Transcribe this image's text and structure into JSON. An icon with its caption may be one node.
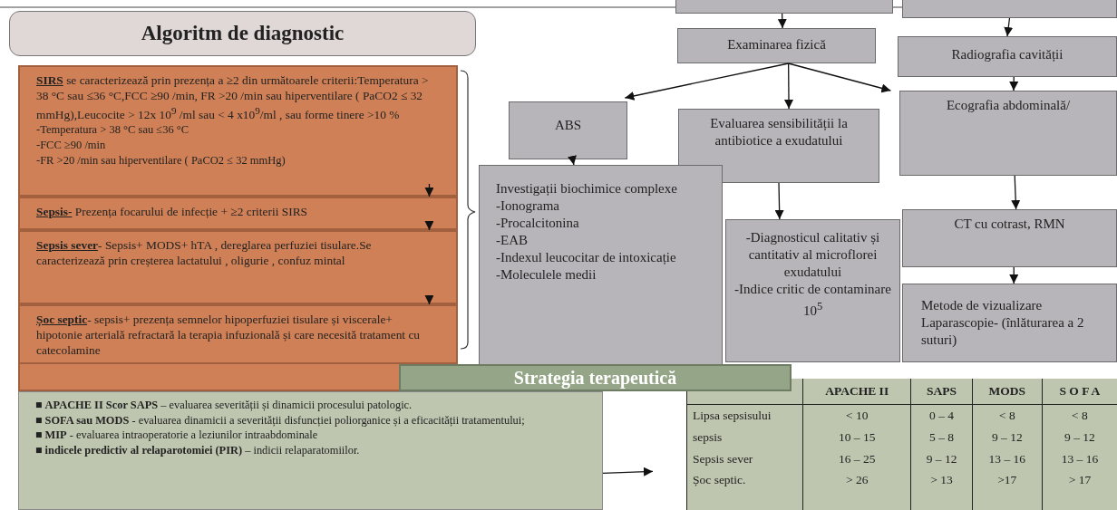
{
  "diagram": {
    "nodes": [
      {
        "text": [
          "Algoritm de diagnostic"
        ]
      },
      {
        "text": [
          "**SIRS** se caracterizează prin prezența a ≥2 din următoarele criterii:Temperatura > 38 °C sau ≤36 °C,FCC ≥90 /min, FR >20 /min sau hiperventilare ( PaCO2 ≤ 32 mmHg),Leucocite > 12x 10$^{9}$ /ml sau < 4 x10$^{9}$/ml , sau forme tinere >10 %",
          "-Temperatura > 38 °C sau ≤36 °C",
          "-FCC ≥90 /min",
          "-FR >20 /min sau hiperventilare ( PaCO2 ≤ 32 mmHg)"
        ]
      },
      {
        "text": [
          "**Sepsis-** Prezența focarului de infecție + ≥2 criterii SIRS"
        ]
      },
      {
        "text": [
          "**Sepsis sever**- Sepsis+ MODS+ hTA , dereglarea perfuziei tisulare.Se caracterizează prin creșterea lactatului , oligurie , confuz mintal"
        ]
      },
      {
        "text": [
          "**Șoc septic**- sepsis+ prezența semnelor hipoperfuziei tisulare și viscerale+ hipotonie arterială refractară la terapia infuzională și care necesită tratament cu catecolamine"
        ]
      },
      {
        "text": [],
        "shape": "box"
      },
      {
        "text": [],
        "shape": "box"
      },
      {
        "text": [
          "Examinarea fizică"
        ]
      },
      {
        "text": [
          "Radiografia cavității"
        ]
      },
      {
        "text": [
          "ABS"
        ]
      },
      {
        "text": [
          "Evaluarea sensibilității la antibiotice a exudatului"
        ]
      },
      {
        "text": [
          "Ecografia abdominală/"
        ]
      },
      {
        "text": [
          "Investigații biochimice complexe",
          "-Ionograma",
          "-Procalcitonina",
          "-EAB",
          "-Indexul leucocitar de intoxicație",
          "-Moleculele medii"
        ]
      },
      {
        "text": [
          "-Diagnosticul calitativ și cantitativ al microflorei exudatului",
          "-Indice critic de contaminare 10$^{5}$"
        ]
      },
      {
        "text": [
          "CT cu cotrast, RMN"
        ]
      },
      {
        "text": [
          "Metode de vizualizare",
          "Laparascopie- (înlăturarea a 2 suturi)"
        ]
      },
      {
        "text": [
          "Strategia terapeutică"
        ]
      },
      {
        "text": [
          "■ **APACHE II Scor SAPS** – evaluarea severității și dinamicii procesului patologic.",
          "■ **SOFA sau MODS** - evaluarea dinamicii a severității disfuncției poliorganice și a eficacității tratamentului;",
          "■ **MIP** - evaluarea intraoperatorie a leziunilor intraabdominale",
          "■ **indicele predictiv al relaparotomiei (PIR)** – indicii relaparatomiilor."
        ]
      }
    ],
    "edges": [
      {
        "from": 1,
        "to": 2,
        "arrow": "to"
      },
      {
        "from": 2,
        "to": 3,
        "arrow": "to"
      },
      {
        "from": 3,
        "to": 4,
        "arrow": "to"
      },
      {
        "from": 5,
        "to": 7,
        "arrow": "to"
      },
      {
        "from": 6,
        "to": 8,
        "arrow": "to"
      },
      {
        "from": 7,
        "to": 9,
        "arrow": "to"
      },
      {
        "from": 7,
        "to": 10,
        "arrow": "to"
      },
      {
        "from": 7,
        "to": 11,
        "arrow": "to"
      },
      {
        "from": 8,
        "to": 11,
        "arrow": "to"
      },
      {
        "from": 9,
        "to": 12,
        "arrow": "to"
      },
      {
        "from": 10,
        "to": 13,
        "arrow": "to"
      },
      {
        "from": 11,
        "to": 14,
        "arrow": "to"
      },
      {
        "from": 14,
        "to": 15,
        "arrow": "to"
      },
      {
        "from": 17,
        "to": null,
        "arrow": "to"
      }
    ],
    "labels": [
      "APACHE II",
      "SAPS",
      "MODS",
      "S O F A",
      "Lipsa sepsisului",
      "< 10",
      "0 – 4",
      "< 8",
      "< 8",
      "sepsis",
      "10 – 15",
      "5 – 8",
      "9 – 12",
      "9 – 12",
      "Sepsis sever",
      "16 – 25",
      "9 – 12",
      "13 – 16",
      "13 – 16",
      "Șoc septic.",
      "> 26",
      "> 13",
      ">17",
      "> 17"
    ]
  }
}
